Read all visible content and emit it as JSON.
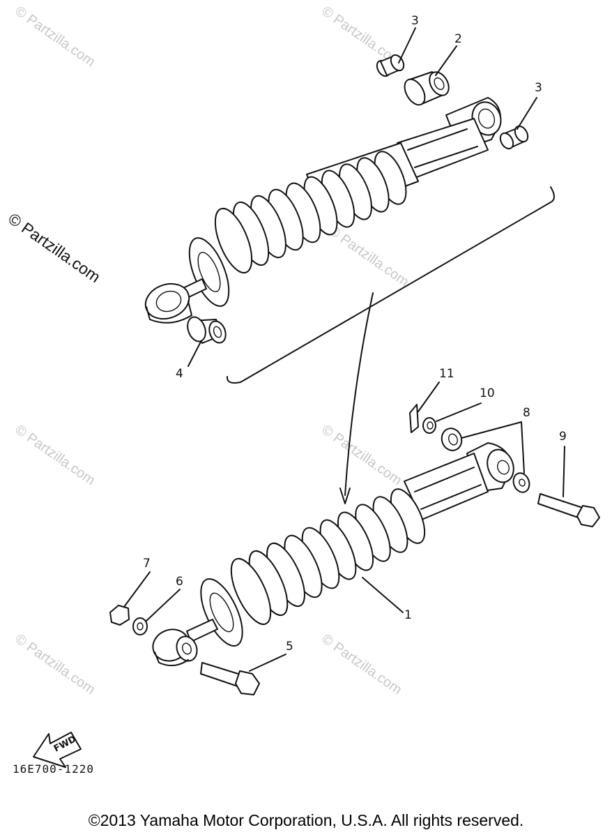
{
  "watermarks": [
    "© Partzilla.com",
    "© Partzilla.com",
    "© Partzilla.com",
    "© Partzilla.com",
    "© Partzilla.com",
    "© Partzilla.com",
    "© Partzilla.com"
  ],
  "watermark_prominent": "© Partzilla.com",
  "callouts": {
    "c1": "1",
    "c2": "2",
    "c3a": "3",
    "c3b": "3",
    "c4": "4",
    "c5": "5",
    "c6": "6",
    "c7": "7",
    "c8": "8",
    "c9": "9",
    "c10": "10",
    "c11": "11"
  },
  "fwd_label": "FWD",
  "diagram_code": "16E700-1220",
  "copyright": "©2013 Yamaha Motor Corporation, U.S.A. All rights reserved."
}
